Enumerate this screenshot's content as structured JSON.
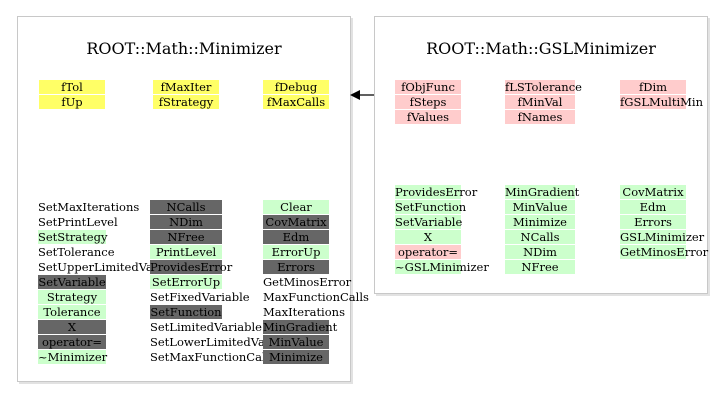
{
  "palette": {
    "data_member": "#ffff66",
    "gsl_data_member": "#ffcccc",
    "public_method": "#ccffcc",
    "private_method": "#666666",
    "protected_method": "#ffcccc",
    "border": "#c8c8c8"
  },
  "minimizer": {
    "title": "ROOT::Math::Minimizer",
    "data_members": [
      [
        "fTol",
        "fUp"
      ],
      [
        "fMaxIter",
        "fStrategy"
      ],
      [
        "fDebug",
        "fMaxCalls"
      ]
    ],
    "methods": [
      [
        {
          "label": "SetMaxIterations",
          "style": "plain"
        },
        {
          "label": "SetPrintLevel",
          "style": "plain"
        },
        {
          "label": "SetStrategy",
          "style": "pub"
        },
        {
          "label": "SetTolerance",
          "style": "plain"
        },
        {
          "label": "SetUpperLimitedVariable",
          "style": "plain"
        },
        {
          "label": "SetVariable",
          "style": "priv"
        },
        {
          "label": "Strategy",
          "style": "pub"
        },
        {
          "label": "Tolerance",
          "style": "pub"
        },
        {
          "label": "X",
          "style": "priv"
        },
        {
          "label": "operator=",
          "style": "priv"
        },
        {
          "label": "~Minimizer",
          "style": "pub"
        }
      ],
      [
        {
          "label": "NCalls",
          "style": "priv"
        },
        {
          "label": "NDim",
          "style": "priv"
        },
        {
          "label": "NFree",
          "style": "priv"
        },
        {
          "label": "PrintLevel",
          "style": "pub"
        },
        {
          "label": "ProvidesError",
          "style": "priv"
        },
        {
          "label": "SetErrorUp",
          "style": "pub"
        },
        {
          "label": "SetFixedVariable",
          "style": "plain"
        },
        {
          "label": "SetFunction",
          "style": "priv"
        },
        {
          "label": "SetLimitedVariable",
          "style": "plain"
        },
        {
          "label": "SetLowerLimitedVariable",
          "style": "plain"
        },
        {
          "label": "SetMaxFunctionCalls",
          "style": "plain"
        }
      ],
      [
        {
          "label": "Clear",
          "style": "pub"
        },
        {
          "label": "CovMatrix",
          "style": "priv"
        },
        {
          "label": "Edm",
          "style": "priv"
        },
        {
          "label": "ErrorUp",
          "style": "pub"
        },
        {
          "label": "Errors",
          "style": "priv"
        },
        {
          "label": "GetMinosError",
          "style": "plain"
        },
        {
          "label": "MaxFunctionCalls",
          "style": "plain"
        },
        {
          "label": "MaxIterations",
          "style": "plain"
        },
        {
          "label": "MinGradient",
          "style": "priv"
        },
        {
          "label": "MinValue",
          "style": "priv"
        },
        {
          "label": "Minimize",
          "style": "priv"
        }
      ]
    ]
  },
  "gsl_minimizer": {
    "title": "ROOT::Math::GSLMinimizer",
    "data_members": [
      [
        "fObjFunc",
        "fSteps",
        "fValues"
      ],
      [
        "fLSTolerance",
        "fMinVal",
        "fNames"
      ],
      [
        "fDim",
        "fGSLMultiMin"
      ]
    ],
    "methods": [
      [
        {
          "label": "ProvidesError",
          "style": "pub"
        },
        {
          "label": "SetFunction",
          "style": "pub"
        },
        {
          "label": "SetVariable",
          "style": "pub"
        },
        {
          "label": "X",
          "style": "pub"
        },
        {
          "label": "operator=",
          "style": "prot"
        },
        {
          "label": "~GSLMinimizer",
          "style": "pub"
        }
      ],
      [
        {
          "label": "MinGradient",
          "style": "pub"
        },
        {
          "label": "MinValue",
          "style": "pub"
        },
        {
          "label": "Minimize",
          "style": "pub"
        },
        {
          "label": "NCalls",
          "style": "pub"
        },
        {
          "label": "NDim",
          "style": "pub"
        },
        {
          "label": "NFree",
          "style": "pub"
        }
      ],
      [
        {
          "label": "CovMatrix",
          "style": "pub"
        },
        {
          "label": "Edm",
          "style": "pub"
        },
        {
          "label": "Errors",
          "style": "pub"
        },
        {
          "label": "GSLMinimizer",
          "style": "pub"
        },
        {
          "label": "GetMinosError",
          "style": "pub"
        }
      ]
    ]
  }
}
